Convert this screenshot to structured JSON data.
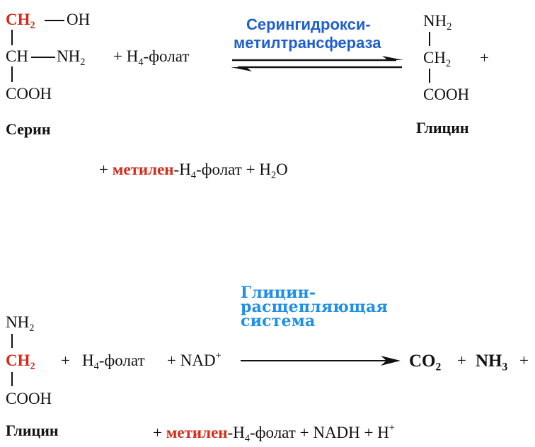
{
  "reaction1": {
    "serine": {
      "ch2": "CH",
      "ch2_sub": "2",
      "oh": "OH",
      "ch": "CH",
      "nh2": "NH",
      "nh2_sub": "2",
      "cooh": "COOH",
      "name": "Серин"
    },
    "plus_h4": "+ H",
    "h4_sub": "4",
    "folate": "-фолат",
    "enzyme_line1": "Серингидрокси-",
    "enzyme_line2": "метилтрансфераза",
    "glycine": {
      "nh2": "NH",
      "nh2_sub": "2",
      "ch2": "CH",
      "ch2_sub": "2",
      "cooh": "COOH",
      "name": "Глицин"
    },
    "plus_end": "+",
    "second_line": {
      "plus1": "+",
      "methylene": "метилен",
      "h4": "-H",
      "h4_sub": "4",
      "folate": "-фолат",
      "plus2": "+",
      "h2o": "H",
      "h2o_sub": "2",
      "h2o_o": "O"
    }
  },
  "reaction2": {
    "glycine": {
      "nh2": "NH",
      "nh2_sub": "2",
      "ch2": "CH",
      "ch2_sub": "2",
      "cooh": "COOH",
      "name": "Глицин"
    },
    "plus1": "+",
    "h4": "H",
    "h4_sub": "4",
    "folate": "-фолат",
    "plus_nad": "+ NAD",
    "nad_sup": "+",
    "enzyme_line1": "Глицин-",
    "enzyme_line2": "расщепляющая",
    "enzyme_line3": "система",
    "co2": "CO",
    "co2_sub": "2",
    "plus2": "+",
    "nh3": "NH",
    "nh3_sub": "3",
    "plus3": "+",
    "second_line": {
      "plus1": "+",
      "methylene": "метилен",
      "h4": "-H",
      "h4_sub": "4",
      "folate": "-фолат",
      "plus2": "+",
      "nadh": "NADH + H",
      "nadh_sup": "+"
    }
  },
  "colors": {
    "red": "#d42a1a",
    "enzyme1_blue": "#1e5fd0",
    "enzyme2_blue": "#1e8fe8"
  }
}
